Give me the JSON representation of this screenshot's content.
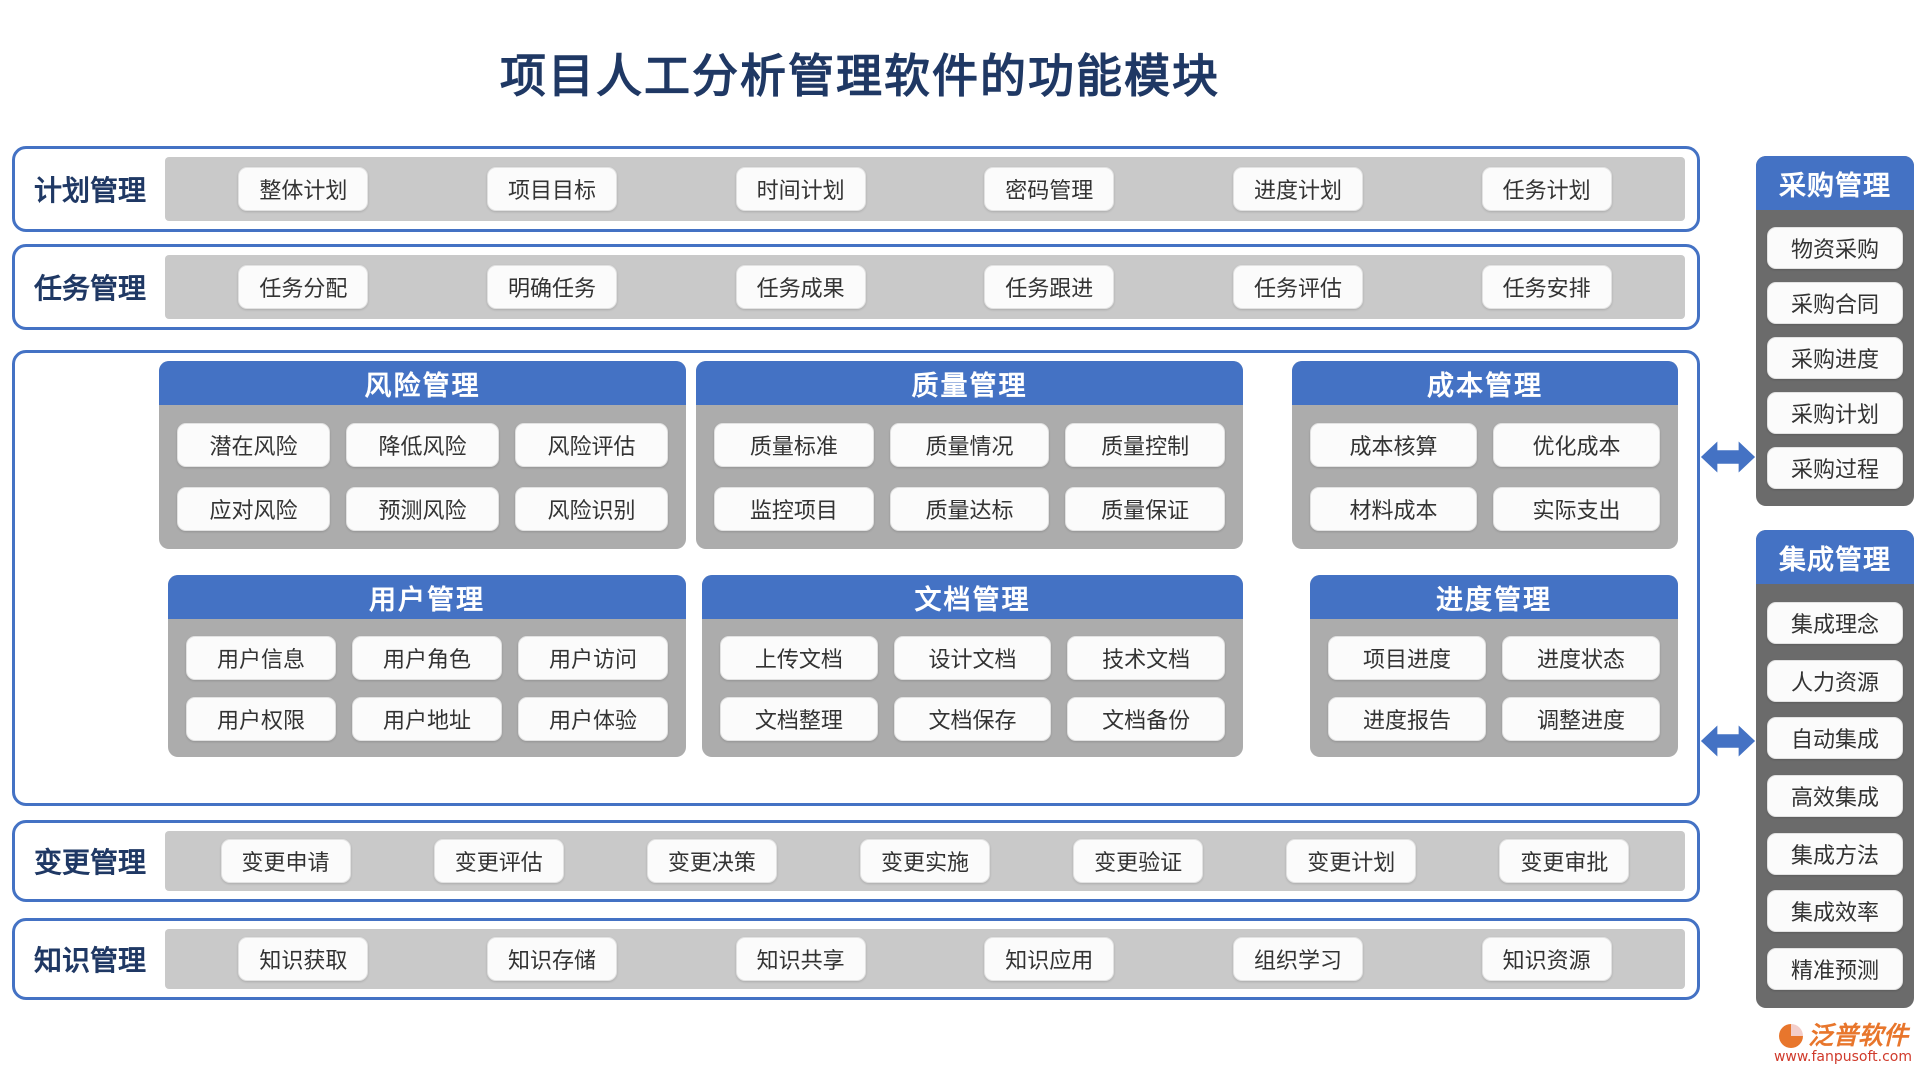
{
  "title": "项目人工分析管理软件的功能模块",
  "plan_row": {
    "label": "计划管理",
    "items": [
      "整体计划",
      "项目目标",
      "时间计划",
      "密码管理",
      "进度计划",
      "任务计划"
    ]
  },
  "task_row": {
    "label": "任务管理",
    "items": [
      "任务分配",
      "明确任务",
      "任务成果",
      "任务跟进",
      "任务评估",
      "任务安排"
    ]
  },
  "panels": {
    "risk": {
      "title": "风险管理",
      "items": [
        "潜在风险",
        "降低风险",
        "风险评估",
        "应对风险",
        "预测风险",
        "风险识别"
      ]
    },
    "quality": {
      "title": "质量管理",
      "items": [
        "质量标准",
        "质量情况",
        "质量控制",
        "监控项目",
        "质量达标",
        "质量保证"
      ]
    },
    "cost": {
      "title": "成本管理",
      "items": [
        "成本核算",
        "优化成本",
        "材料成本",
        "实际支出"
      ]
    },
    "user": {
      "title": "用户管理",
      "items": [
        "用户信息",
        "用户角色",
        "用户访问",
        "用户权限",
        "用户地址",
        "用户体验"
      ]
    },
    "document": {
      "title": "文档管理",
      "items": [
        "上传文档",
        "设计文档",
        "技术文档",
        "文档整理",
        "文档保存",
        "文档备份"
      ]
    },
    "progress": {
      "title": "进度管理",
      "items": [
        "项目进度",
        "进度状态",
        "进度报告",
        "调整进度"
      ]
    }
  },
  "change_row": {
    "label": "变更管理",
    "items": [
      "变更申请",
      "变更评估",
      "变更决策",
      "变更实施",
      "变更验证",
      "变更计划",
      "变更审批"
    ]
  },
  "knowledge_row": {
    "label": "知识管理",
    "items": [
      "知识获取",
      "知识存储",
      "知识共享",
      "知识应用",
      "组织学习",
      "知识资源"
    ]
  },
  "sidebar": {
    "procurement": {
      "title": "采购管理",
      "items": [
        "物资采购",
        "采购合同",
        "采购进度",
        "采购计划",
        "采购过程"
      ]
    },
    "integration": {
      "title": "集成管理",
      "items": [
        "集成理念",
        "人力资源",
        "自动集成",
        "高效集成",
        "集成方法",
        "集成效率",
        "精准预测"
      ]
    }
  },
  "footer": {
    "brand": "泛普软件",
    "url": "www.fanpusoft.com"
  },
  "colors": {
    "accent_blue": "#4472C4",
    "title_navy": "#1F3864",
    "row_band_gray": "#C9C9C9",
    "panel_gray": "#ACACAC",
    "sidebar_gray": "#6B6B6B",
    "brand_orange": "#E8762C",
    "url_red": "#D03A2B"
  }
}
